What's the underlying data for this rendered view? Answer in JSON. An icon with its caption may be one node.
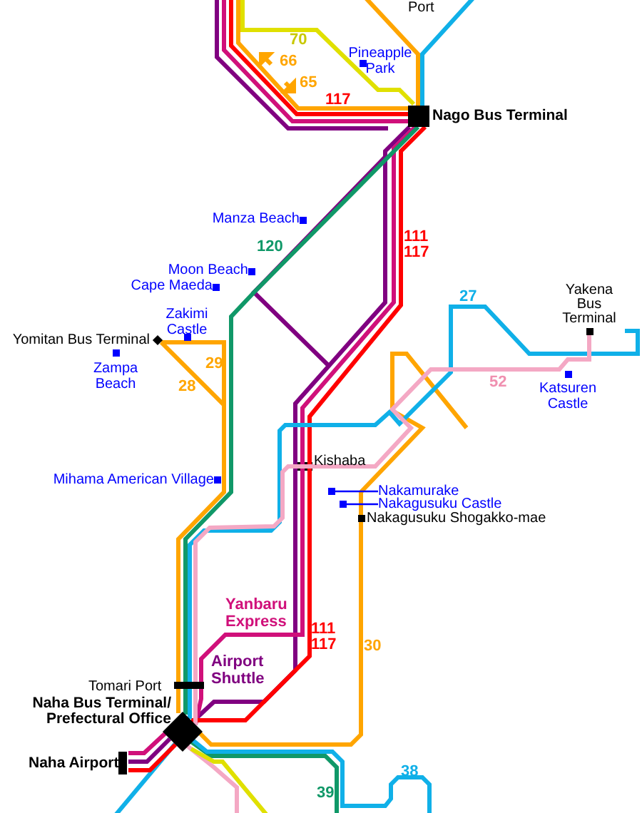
{
  "diagram": {
    "nodes": [
      {
        "text": [
          "Port"
        ]
      },
      {
        "text": [
          "Pineapple Park"
        ]
      },
      {
        "text": [
          "Nago Bus Terminal"
        ]
      },
      {
        "text": [
          "Manza Beach"
        ]
      },
      {
        "text": [
          "Moon Beach"
        ]
      },
      {
        "text": [
          "Cape Maeda"
        ]
      },
      {
        "text": [
          "Zakimi Castle"
        ]
      },
      {
        "text": [
          "Yomitan Bus Terminal"
        ]
      },
      {
        "text": [
          "Zampa Beach"
        ]
      },
      {
        "text": [
          "Yakena Bus Terminal"
        ]
      },
      {
        "text": [
          "Katsuren Castle"
        ]
      },
      {
        "text": [
          "Kishaba"
        ]
      },
      {
        "text": [
          "Mihama American Village"
        ]
      },
      {
        "text": [
          "Nakamurake"
        ]
      },
      {
        "text": [
          "Nakagusuku Castle"
        ]
      },
      {
        "text": [
          "Nakagusuku Shogakko-mae"
        ]
      },
      {
        "text": [
          "Tomari Port"
        ]
      },
      {
        "text": [
          "Naha Bus Terminal/ Prefectural Office"
        ]
      },
      {
        "text": [
          "Naha Airport"
        ]
      },
      {
        "text": [],
        "shape": "box"
      },
      {
        "text": [],
        "shape": "box"
      }
    ],
    "edges": [
      {
        "from": 13,
        "to": 19,
        "arrow": "none"
      },
      {
        "from": 14,
        "to": 20,
        "arrow": "none"
      },
      {
        "from": 2,
        "to": 17,
        "arrow": "none",
        "color": "#800080"
      },
      {
        "from": 2,
        "to": 17,
        "arrow": "none",
        "color": "#d0107a"
      },
      {
        "from": 2,
        "to": 17,
        "arrow": "none",
        "color": "#ff0000"
      },
      {
        "from": 2,
        "to": 17,
        "arrow": "none",
        "color": "#109868"
      },
      {
        "from": 9,
        "to": 17,
        "arrow": "none",
        "color": "#10b0e8"
      },
      {
        "from": 9,
        "to": 17,
        "arrow": "none",
        "color": "#f4a8c4"
      },
      {
        "from": 17,
        "to": 18,
        "arrow": "none",
        "color": "#d0107a"
      },
      {
        "from": 17,
        "to": 18,
        "arrow": "none",
        "color": "#800080"
      },
      {
        "from": 17,
        "to": 18,
        "arrow": "none",
        "color": "#ff0000"
      }
    ],
    "labels": [
      "70",
      "66",
      "65",
      "117",
      "111",
      "117",
      "120",
      "27",
      "29",
      "52",
      "28",
      "Yanbaru Express",
      "111",
      "117",
      "30",
      "Airport Shuttle",
      "38",
      "39"
    ]
  }
}
